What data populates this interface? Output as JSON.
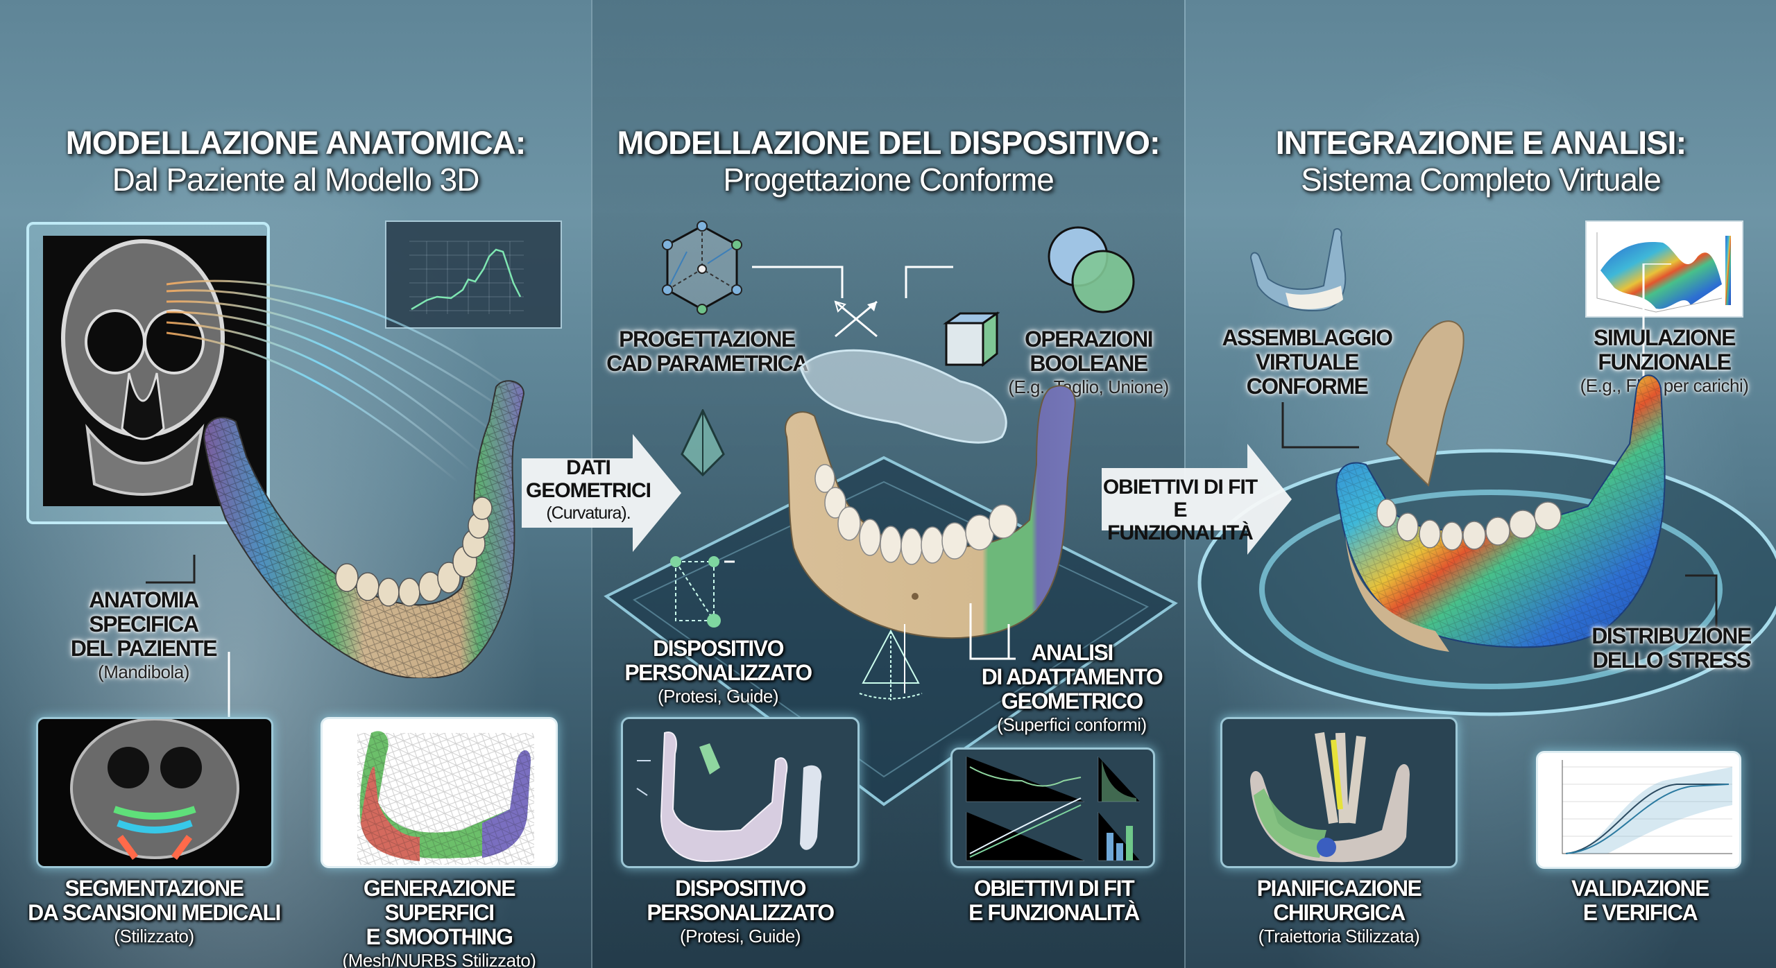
{
  "panels": [
    {
      "title": "MODELLAZIONE ANATOMICA:",
      "subtitle": "Dal Paziente al Modello 3D",
      "callout": {
        "lines": [
          "ANATOMIA",
          "SPECIFICA",
          "DEL PAZIENTE"
        ],
        "note": "(Mandibola)"
      },
      "thumbnails": [
        {
          "lines": [
            "SEGMENTAZIONE",
            "DA SCANSIONI MEDICALI"
          ],
          "note": "(Stilizzato)"
        },
        {
          "lines": [
            "GENERAZIONE SUPERFICI",
            "E SMOOTHING"
          ],
          "note": "(Mesh/NURBS Stilizzato)"
        }
      ]
    },
    {
      "title": "MODELLAZIONE DEL DISPOSITIVO:",
      "subtitle": "Progettazione Conforme",
      "callouts": [
        {
          "lines": [
            "PROGETTAZIONE",
            "CAD PARAMETRICA"
          ]
        },
        {
          "lines": [
            "OPERAZIONI",
            "BOOLEANE"
          ],
          "note": "(E.g., Taglio, Unione)"
        },
        {
          "lines": [
            "DISPOSITIVO",
            "PERSONALIZZATO"
          ],
          "note": "(Protesi, Guide)"
        },
        {
          "lines": [
            "ANALISI",
            "DI ADATTAMENTO",
            "GEOMETRICO"
          ],
          "note": "(Superfici conformi)"
        }
      ],
      "thumbnails": [
        {
          "lines": [
            "DISPOSITIVO",
            "PERSONALIZZATO"
          ],
          "note": "(Protesi, Guide)"
        },
        {
          "lines": [
            "OBIETTIVI DI FIT",
            "E FUNZIONALITÀ"
          ]
        }
      ]
    },
    {
      "title": "INTEGRAZIONE E ANALISI:",
      "subtitle": "Sistema Completo Virtuale",
      "callouts": [
        {
          "lines": [
            "ASSEMBLAGGIO",
            "VIRTUALE",
            "CONFORME"
          ]
        },
        {
          "lines": [
            "SIMULAZIONE",
            "FUNZIONALE"
          ],
          "note": "(E.g., FEA per carichi)"
        },
        {
          "lines": [
            "DISTRIBUZIONE",
            "DELLO STRESS"
          ]
        }
      ],
      "thumbnails": [
        {
          "lines": [
            "PIANIFICAZIONE",
            "CHIRURGICA"
          ],
          "note": "(Traiettoria Stilizzata)"
        },
        {
          "lines": [
            "VALIDAZIONE",
            "E VERIFICA"
          ]
        }
      ]
    }
  ],
  "flow_arrows": [
    {
      "lines": [
        "DATI",
        "GEOMETRICI"
      ],
      "note": "(Curvatura)."
    },
    {
      "lines": [
        "OBIETTIVI DI FIT",
        "E FUNZIONALITÀ"
      ]
    }
  ],
  "colors": {
    "bone": "#cdb48f",
    "mesh_green": "#5fae74",
    "mesh_purple": "#7a6fb5",
    "mesh_blue": "#4f8fbf",
    "glow": "#9cd6e8",
    "arrow": "#f4f7f8"
  }
}
